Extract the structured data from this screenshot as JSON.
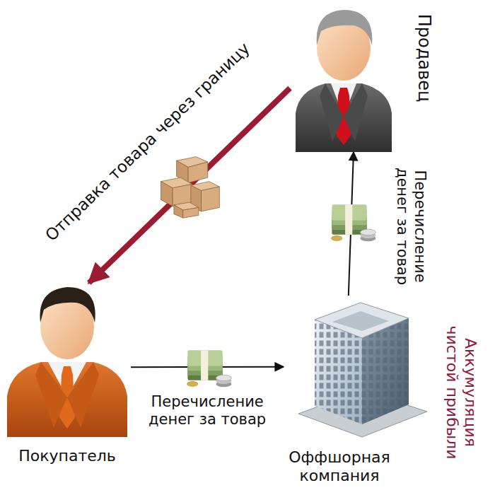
{
  "diagram": {
    "nodes": [
      {
        "text": [
          "Продавец"
        ]
      },
      {
        "text": [
          "Покупатель"
        ]
      },
      {
        "text": [
          "Оффшорная компания"
        ]
      }
    ],
    "edges": [
      {
        "from": 0,
        "to": 1,
        "arrow": "to",
        "label": "Отправка товара через границу"
      },
      {
        "from": 1,
        "to": 2,
        "arrow": "to",
        "label": "Перечисление денег за товар"
      },
      {
        "from": 2,
        "to": 0,
        "arrow": "to",
        "label": "Перечисление денег за товар"
      }
    ],
    "labels": [
      "Аккумуляция чистой прибыли"
    ]
  }
}
